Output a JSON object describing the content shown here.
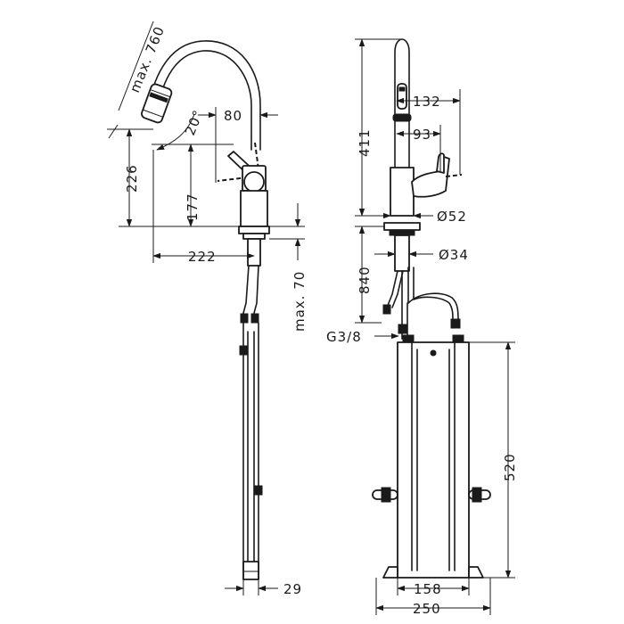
{
  "side_view": {
    "max_reach": "max. 760",
    "spray_angle": "20°",
    "spout_offset": "80",
    "spout_height": "226",
    "lever_height": "177",
    "spout_projection": "222",
    "max_thickness": "max. 70",
    "hose_width": "29"
  },
  "front_view": {
    "total_height": "411",
    "lever_reach": "132",
    "lever_offset": "93",
    "body_diameter": "Ø52",
    "base_diameter": "Ø34",
    "hose_length": "840",
    "connection_thread": "G3/8",
    "box_height": "520",
    "box_inner_width": "158",
    "box_outer_width": "250"
  }
}
